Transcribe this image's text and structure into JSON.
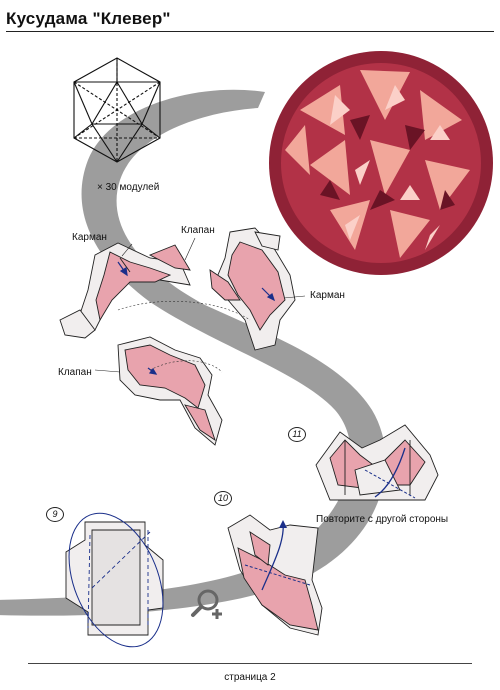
{
  "page": {
    "title": "Кусудама \"Клевер\"",
    "module_count": "× 30 модулей",
    "footer": "страница 2"
  },
  "labels": {
    "pocket_left": "Карман",
    "flap_top": "Клапан",
    "pocket_right": "Карман",
    "flap_left": "Клапан",
    "repeat_note": "Повторите с другой стороны"
  },
  "steps": {
    "step9": "9",
    "step10": "10",
    "step11": "11"
  },
  "icons": {
    "zoom": "magnifier-plus-icon"
  },
  "colors": {
    "paper_pink": "#e8a3ad",
    "paper_light": "#f1eeee",
    "paper_dark": "#7a1a2c",
    "swoosh": "#8c8c8c"
  }
}
